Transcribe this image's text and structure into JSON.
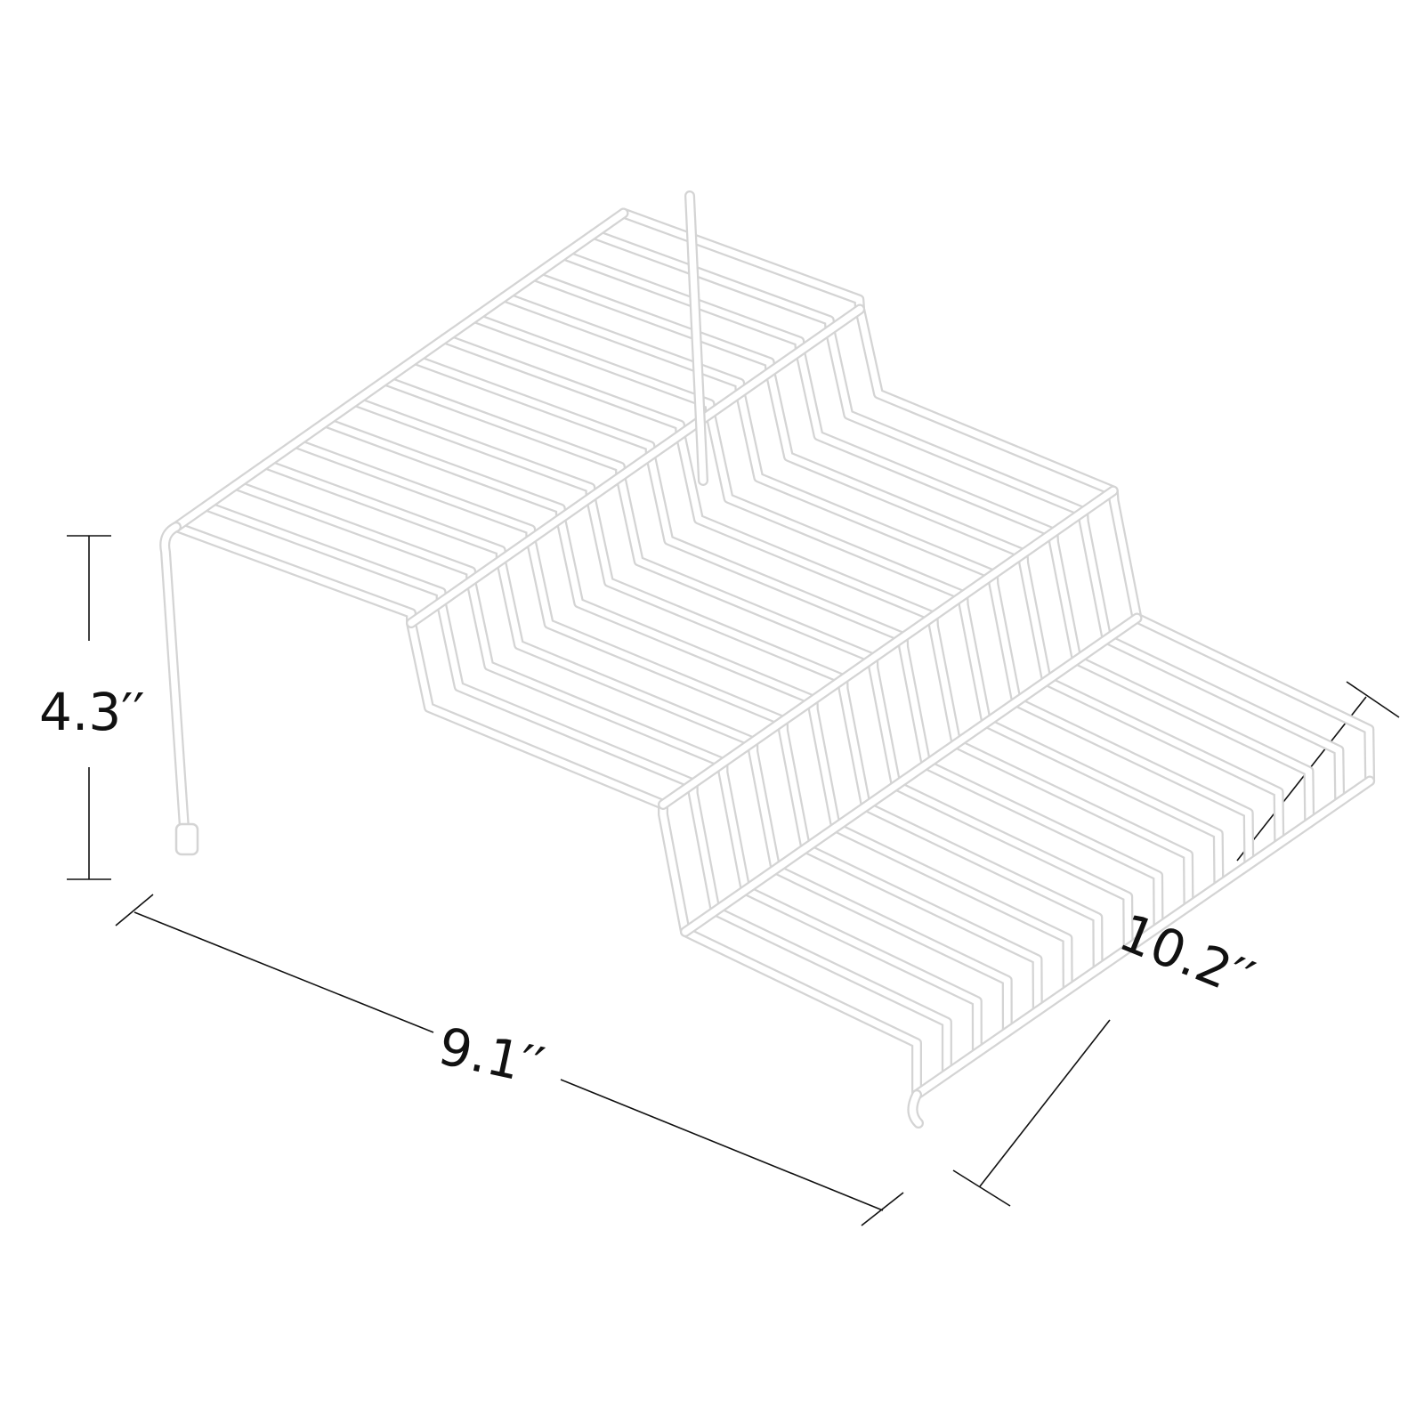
{
  "dimensions": {
    "height": "4.3′′",
    "width": "9.1′′",
    "depth": "10.2′′"
  },
  "product": {
    "wire_color": "#ffffff",
    "wire_outline_color": "#d4d4d4",
    "dimension_line_color": "#111111",
    "wire_count": 16
  }
}
